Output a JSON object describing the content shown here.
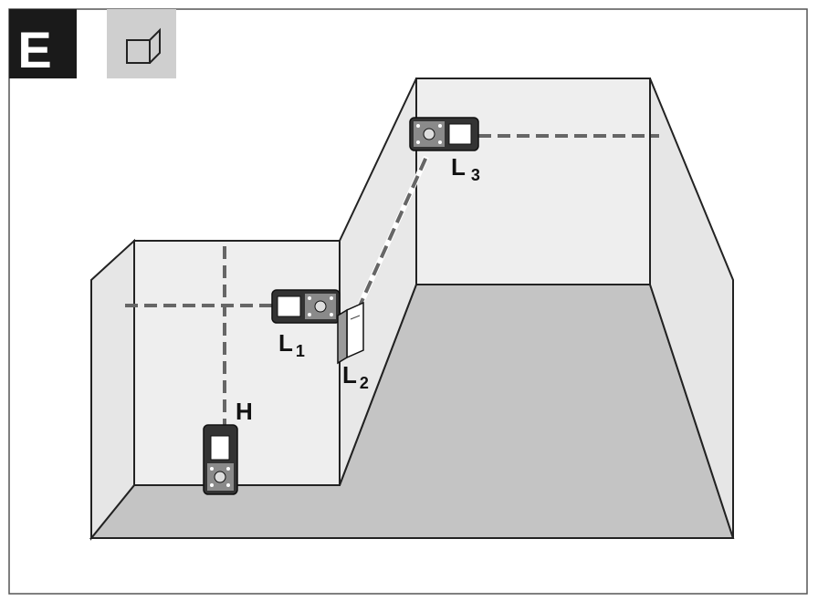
{
  "panel": {
    "letter": "E",
    "mode_icon": "wall-area-icon"
  },
  "labels": {
    "height": "H",
    "length_letter": "L",
    "l1_sub": "1",
    "l2_sub": "2",
    "l3_sub": "3"
  },
  "colors": {
    "badge_bg": "#1a1a1a",
    "badge_text": "#ffffff",
    "icon_bg": "#cfcfcf",
    "wall": "#eeeeee",
    "floor": "#c4c4c4",
    "line": "#222222",
    "beam": "#666666"
  }
}
